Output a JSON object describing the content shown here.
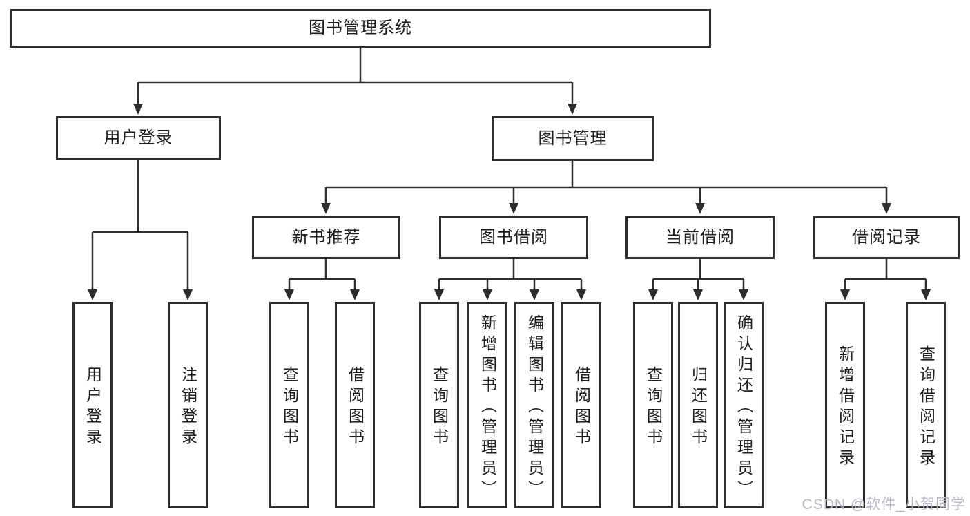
{
  "diagram": {
    "type": "hierarchy-tree",
    "orientation": "top-down",
    "colors": {
      "line": "#2d2d2d",
      "box_border": "#2d2d2d",
      "box_fill": "#ffffff",
      "text": "#1d1d1d",
      "background": "#ffffff",
      "watermark": "#b5b9c1"
    }
  },
  "hierarchy": {
    "label": "图书管理系统",
    "children": [
      {
        "label": "用户登录",
        "children": [
          {
            "label": "用户登录"
          },
          {
            "label": "注销登录"
          }
        ]
      },
      {
        "label": "图书管理",
        "children": [
          {
            "label": "新书推荐",
            "children": [
              {
                "label": "查询图书"
              },
              {
                "label": "借阅图书"
              }
            ]
          },
          {
            "label": "图书借阅",
            "children": [
              {
                "label": "查询图书"
              },
              {
                "label": "新增图书（管理员）"
              },
              {
                "label": "编辑图书（管理员）"
              },
              {
                "label": "借阅图书"
              }
            ]
          },
          {
            "label": "当前借阅",
            "children": [
              {
                "label": "查询图书"
              },
              {
                "label": "归还图书"
              },
              {
                "label": "确认归还（管理员）"
              }
            ]
          },
          {
            "label": "借阅记录",
            "children": [
              {
                "label": "新增借阅记录"
              },
              {
                "label": "查询借阅记录"
              }
            ]
          }
        ]
      }
    ]
  },
  "watermark": {
    "text": "CSDN @软件_小贺同学"
  }
}
